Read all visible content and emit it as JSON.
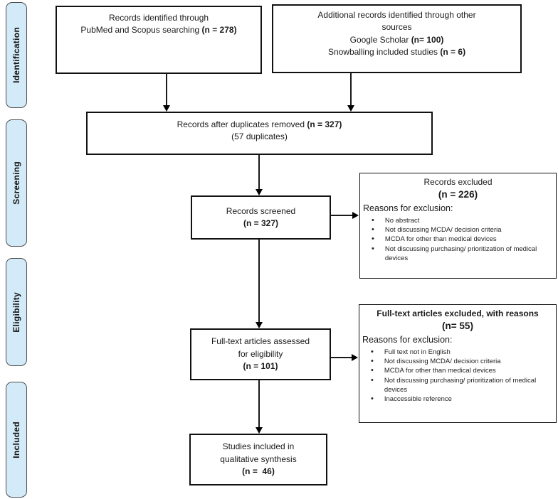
{
  "sidebar": {
    "fill_color": "#d3eaf8",
    "border_color": "#4d4d4d",
    "stages": [
      {
        "label": "Identification"
      },
      {
        "label": "Screening"
      },
      {
        "label": "Eligibility"
      },
      {
        "label": "Included"
      }
    ]
  },
  "boxes": {
    "identified": {
      "line1": "Records identified through",
      "line2": "PubMed and Scopus searching",
      "n": "(n = 278)"
    },
    "additional": {
      "line1": "Additional records identified through other",
      "line2": "sources",
      "line3": "Google Scholar",
      "n1": "(n= 100)",
      "line4": "Snowballing included studies",
      "n2": "(n = 6)"
    },
    "duplicates": {
      "line1": "Records after duplicates removed",
      "n": "(n = 327)",
      "line2": "(57 duplicates)"
    },
    "screened": {
      "line1": "Records screened",
      "n": "(n = 327)"
    },
    "excluded1": {
      "title": "Records excluded",
      "n": "(n = 226)",
      "reasons_label": "Reasons for exclusion:",
      "reasons": [
        "No abstract",
        "Not discussing MCDA/ decision criteria",
        "MCDA for other than medical devices",
        "Not discussing purchasing/ prioritization of medical devices"
      ]
    },
    "fulltext": {
      "line1": "Full-text articles assessed",
      "line2": "for eligibility",
      "n": "(n = 101)"
    },
    "excluded2": {
      "title": "Full-text articles excluded, with reasons",
      "n": "(n= 55)",
      "reasons_label": "Reasons for exclusion:",
      "reasons": [
        "Full text not in English",
        "Not discussing MCDA/ decision criteria",
        "MCDA for other than medical devices",
        "Not discussing purchasing/ prioritization of medical devices",
        "Inaccessible reference"
      ]
    },
    "included": {
      "line1": "Studies included in",
      "line2": "qualitative synthesis",
      "n": "(n =  46)"
    }
  }
}
